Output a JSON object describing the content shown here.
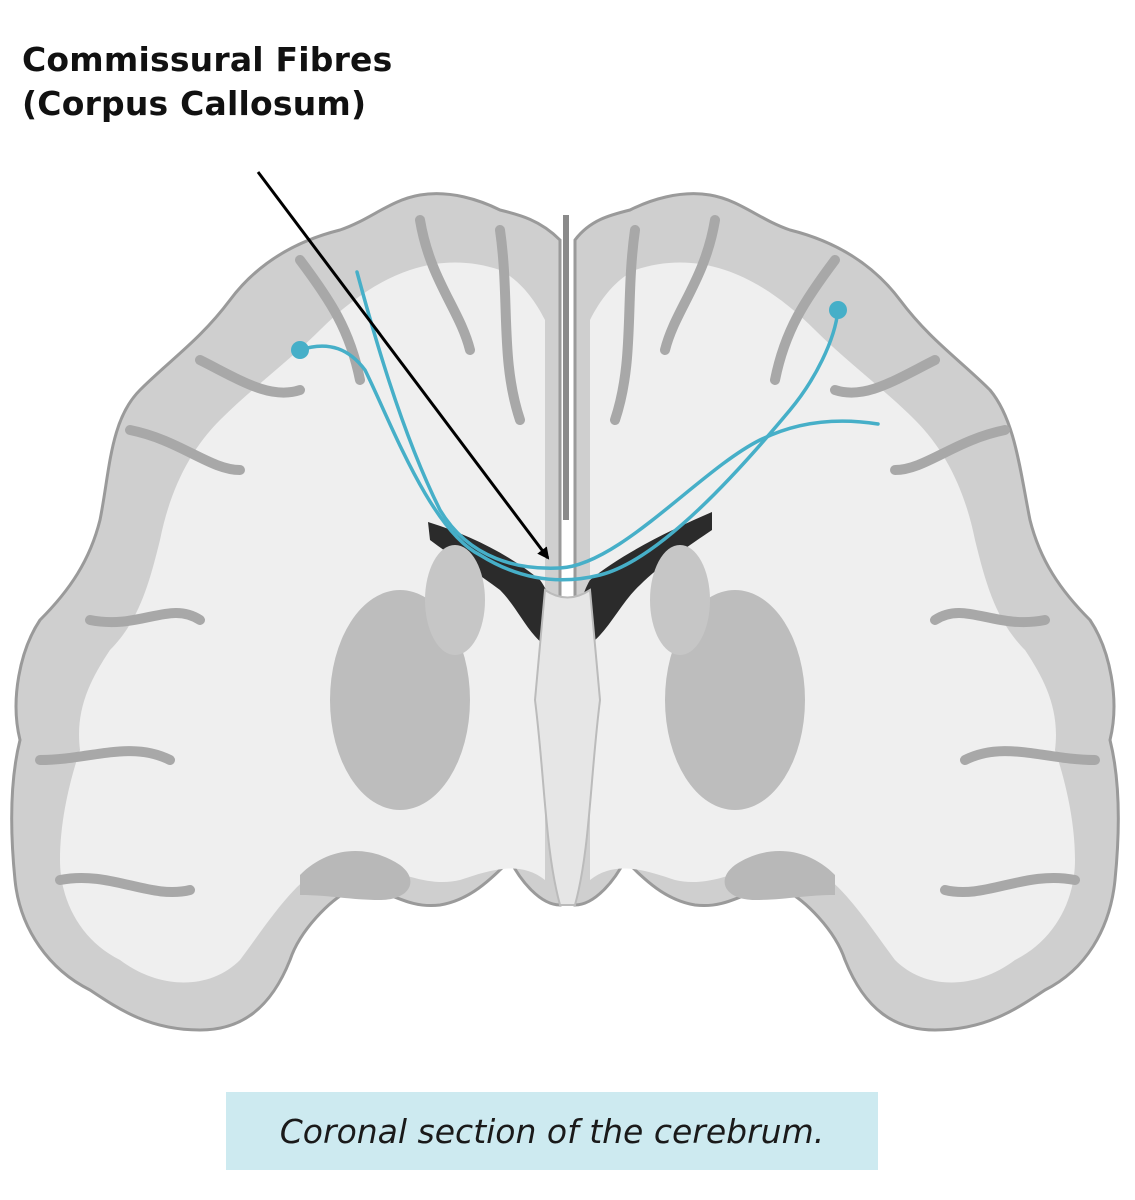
{
  "label": {
    "line1": "Commissural Fibres",
    "line2": "(Corpus Callosum)"
  },
  "caption": "Coronal section of the cerebrum.",
  "colors": {
    "fibre": "#46afc8",
    "arrow": "#000000",
    "grey_matter": "#c8c8c8",
    "white_matter": "#eeeeee",
    "ventricle": "#2b2b2b",
    "caption_background": "#cdeaf0"
  }
}
